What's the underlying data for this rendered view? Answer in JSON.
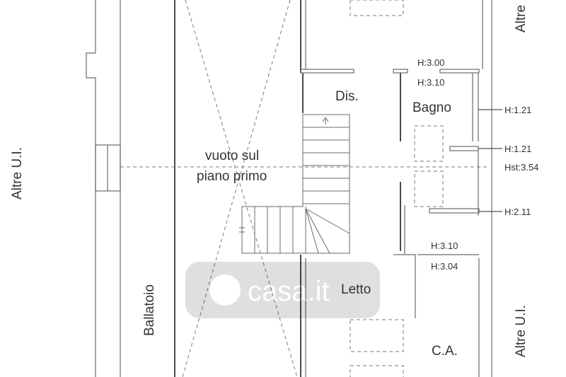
{
  "rooms": {
    "dis": "Dis.",
    "bagno": "Bagno",
    "vuoto_line1": "vuoto sul",
    "vuoto_line2": "piano primo",
    "letto": "Letto",
    "ca": "C.A.",
    "ballatoio": "Ballatoio"
  },
  "neighbors": {
    "left": "Altre U.I.",
    "right_top": "Altre",
    "right_bottom": "Altre U.I."
  },
  "heights": {
    "h300": "H:3.00",
    "h310_top": "H:3.10",
    "h121_a": "H:1.21",
    "h121_b": "H:1.21",
    "hst354": "Hst:3.54",
    "h211": "H:2.11",
    "h310_bottom": "H:3.10",
    "h304": "H:3.04"
  },
  "watermark": "casa.it"
}
